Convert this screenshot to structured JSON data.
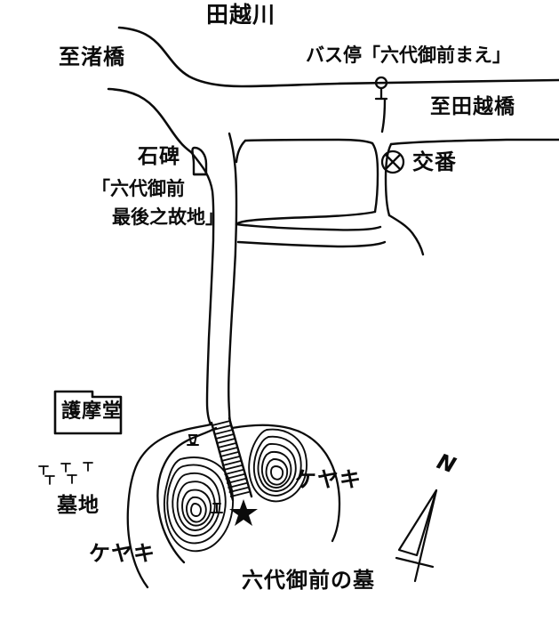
{
  "map": {
    "title": "田越川",
    "caption": "六代御前の墓",
    "compass": {
      "label": "N",
      "icon": "north-arrow-icon"
    },
    "background_color": "#ffffff",
    "ink_color": "#0b0b0b",
    "labels": {
      "river": "田越川",
      "to_nagisa_bridge": "至渚橋",
      "bus_stop": "バス停「六代御前まえ」",
      "to_tagoe_bridge": "至田越橋",
      "stone_monument": "石碑",
      "inscription_line1": "「六代御前",
      "inscription_line2": "最後之故地」",
      "police_box": "交番",
      "goma_hall": "護摩堂",
      "cemetery": "墓地",
      "zelkova_right": "ケヤキ",
      "zelkova_left": "ケヤキ",
      "grave": "六代御前の墓"
    },
    "symbols": {
      "bus_stop_icon": "bus-stop-post-icon",
      "police_box_icon": "police-box-x-circle-icon",
      "monument_icon": "stone-monument-icon",
      "grave_marker_icon": "grave-marker-icon",
      "star_icon": "star-marker-icon",
      "stairs_icon": "stairway-icon",
      "tree_marker_icon": "tree-marker-icon"
    },
    "features": {
      "river_name": "田越川",
      "hills": 2,
      "grave_markers": 5,
      "tree_markers": 3,
      "star_markers": 1,
      "stairways": 1
    }
  }
}
